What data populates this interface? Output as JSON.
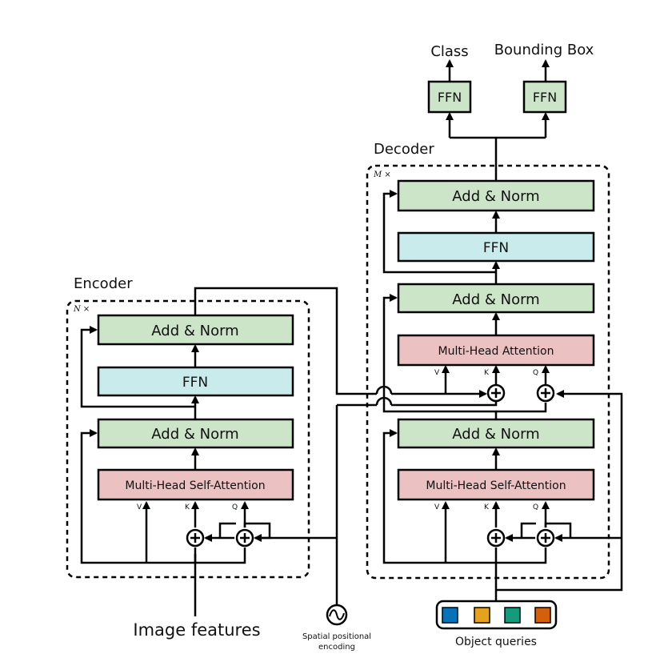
{
  "labels": {
    "class": "Class",
    "bounding_box": "Bounding Box",
    "ffn_class": "FFN",
    "ffn_bbox": "FFN",
    "decoder": "Decoder",
    "encoder": "Encoder",
    "decoder_repeat": "M ×",
    "encoder_repeat": "N ×",
    "image_features": "Image features",
    "spatial_1": "Spatial positional",
    "spatial_2": "encoding",
    "object_queries": "Object queries"
  },
  "encoder": {
    "add_norm_top": "Add & Norm",
    "ffn": "FFN",
    "add_norm_bottom": "Add & Norm",
    "self_attention": "Multi-Head Self-Attention",
    "v": "V",
    "k": "K",
    "q": "Q"
  },
  "decoder": {
    "add_norm_top": "Add & Norm",
    "ffn": "FFN",
    "add_norm_mid": "Add & Norm",
    "cross_attention": "Multi-Head Attention",
    "cross_v": "V",
    "cross_k": "K",
    "cross_q": "Q",
    "add_norm_bottom": "Add & Norm",
    "self_attention": "Multi-Head Self-Attention",
    "self_v": "V",
    "self_k": "K",
    "self_q": "Q"
  },
  "colors": {
    "green": "#cce5c8",
    "blue": "#c9ebeb",
    "red": "#ebc1c1",
    "query_blue": "#0872b8",
    "query_orange": "#e4a21f",
    "query_green": "#149b7c",
    "query_red": "#d4600e"
  }
}
